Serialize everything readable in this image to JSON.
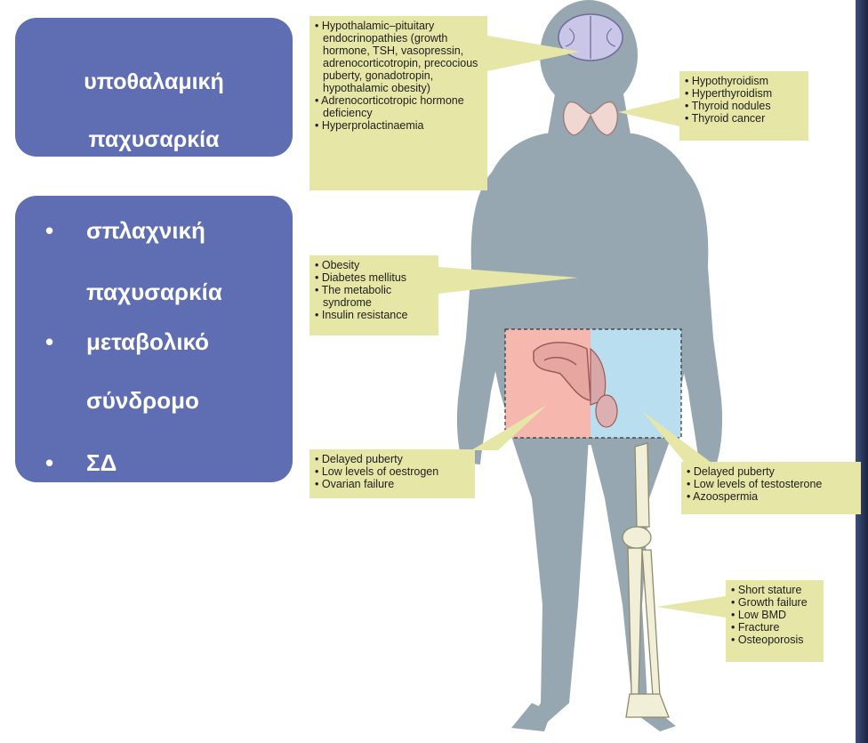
{
  "left_panel": {
    "hypothalamic_box": {
      "line1": "υποθαλαμική",
      "line2": "παχυσαρκία"
    },
    "metabolic_box": {
      "bullet": "•",
      "item1_line1": "σπλαχνική",
      "item1_line2": "παχυσαρκία",
      "item2_line1": "μεταβολικό",
      "item2_line2": "σύνδρομο",
      "item3": "ΣΔ"
    }
  },
  "callouts": {
    "pituitary": [
      "Hypothalamic–pituitary endocrinopathies (growth hormone, TSH, vasopressin, adrenocorticotropin, precocious puberty, gonadotropin, hypothalamic obesity)",
      "Adrenocorticotropic hormone deficiency",
      "Hyperprolactinaemia"
    ],
    "thyroid": [
      "Hypothyroidism",
      "Hyperthyroidism",
      "Thyroid nodules",
      "Thyroid cancer"
    ],
    "metabolic": [
      "Obesity",
      "Diabetes mellitus",
      "The metabolic syndrome",
      "Insulin resistance"
    ],
    "female": [
      "Delayed puberty",
      "Low levels of oestrogen",
      "Ovarian failure"
    ],
    "male": [
      "Delayed puberty",
      "Low levels of testosterone",
      "Azoospermia"
    ],
    "bone": [
      "Short stature",
      "Growth failure",
      "Low BMD",
      "Fracture",
      "Osteoporosis"
    ]
  },
  "colors": {
    "panel_blue": "#5f6db2",
    "body_gray": "#97a7b1",
    "callout_yellow": "#e6e6a6",
    "female_region": "#f6b8ae",
    "male_region": "#b8def0"
  }
}
